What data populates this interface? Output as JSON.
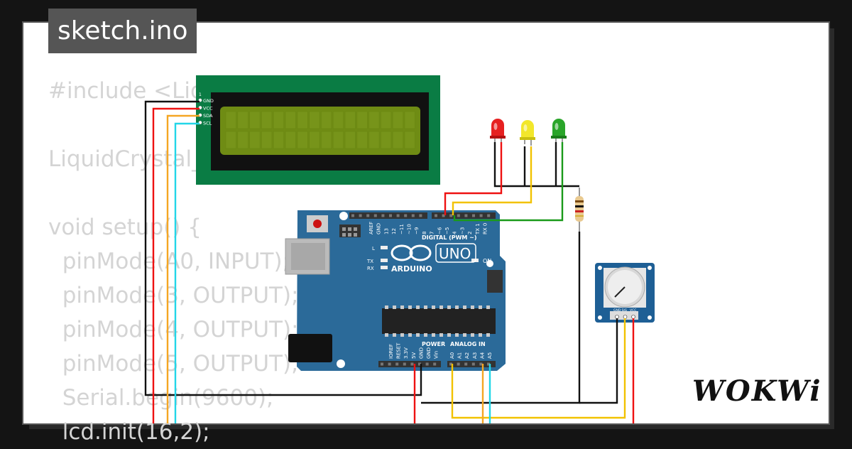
{
  "title_tab": "sketch.ino",
  "code_lines": [
    "#include <LiquidCrystal_I2C.h>",
    "",
    "LiquidCrystal_I2C lcd(0x27, 16, 2);",
    "",
    "void setup() {",
    "  pinMode(A0, INPUT);",
    "  pinMode(3, OUTPUT);",
    "  pinMode(4, OUTPUT);",
    "  pinMode(5, OUTPUT);",
    "  Serial.begin(9600);",
    "  lcd.init(16,2);"
  ],
  "lcd": {
    "pin_number": "1",
    "pins": [
      "GND",
      "VCC",
      "SDA",
      "SCL"
    ]
  },
  "arduino": {
    "digital_header": "DIGITAL (PWM ~)",
    "digital_pins": [
      "AREF",
      "GND",
      "13",
      "12",
      "~11",
      "~10",
      "~9",
      "8",
      "7",
      "~6",
      "~5",
      "4",
      "~3",
      "2",
      "TX 1",
      "RX 0"
    ],
    "brand": "ARDUINO",
    "model": "UNO",
    "led_labels": [
      "L",
      "TX",
      "RX",
      "ON"
    ],
    "power_header": "POWER",
    "analog_header": "ANALOG IN",
    "power_pins": [
      "IOREF",
      "RESET",
      "3.3V",
      "5V",
      "GND",
      "GND",
      "Vin"
    ],
    "analog_pins": [
      "A0",
      "A1",
      "A2",
      "A3",
      "A4",
      "A5"
    ]
  },
  "leds": [
    "red",
    "yellow",
    "green"
  ],
  "potentiometer": {
    "pins": [
      "GND",
      "SIG",
      "VCC"
    ]
  },
  "logo": "WOKWi",
  "colors": {
    "background": "#141414",
    "card": "#ffffff",
    "lcd_pcb": "#0a7c44",
    "lcd_screen": "#6f8c14",
    "board": "#2b6a99",
    "wire_red": "#e11",
    "wire_black": "#111",
    "wire_yellow": "#f2c200",
    "wire_cyan": "#22d6e8",
    "wire_orange": "#f5a623",
    "wire_green": "#1a9a1a"
  }
}
